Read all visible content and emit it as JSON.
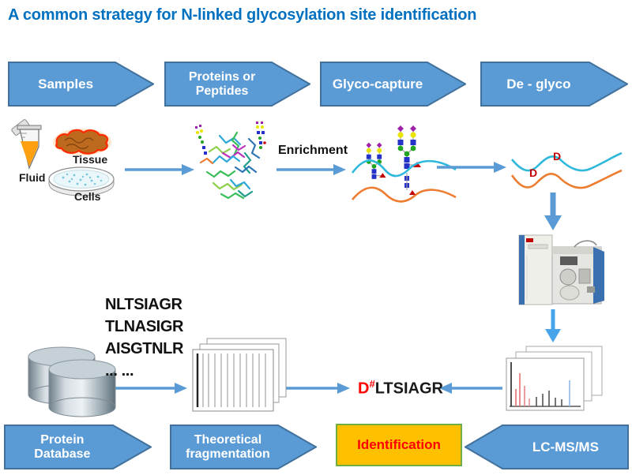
{
  "title": "A common strategy for N-linked glycosylation site identification",
  "colors": {
    "title": "#0070C0",
    "arrow_fill": "#5B9BD5",
    "arrow_border": "#41719C",
    "connector_blue": "#5B9BD5",
    "identification_fill": "#FFC000",
    "identification_border": "#70AD47",
    "identification_text": "#FF0000",
    "deglyco_d": "#C00000",
    "wave_cyan": "#2EB8DC",
    "wave_orange": "#ED7D31"
  },
  "flow_top": [
    {
      "label": "Samples"
    },
    {
      "label": "Proteins or Peptides"
    },
    {
      "label": "Glyco-capture"
    },
    {
      "label": "De - glyco"
    }
  ],
  "samples": {
    "fluid": "Fluid",
    "tissue": "Tissue",
    "cells": "Cells"
  },
  "enrichment": "Enrichment",
  "deglyco": {
    "d_top": "D",
    "d_bottom": "D"
  },
  "peptides": [
    "NLTSIAGR",
    "TLNASIGR",
    "AISGTNLR",
    "... ..."
  ],
  "identified": {
    "d": "D",
    "hash": "#",
    "rest": "LTSIAGR"
  },
  "flow_bottom": {
    "protein_database": "Protein Database",
    "theoretical": "Theoretical fragmentation",
    "identification": "Identification",
    "lc_msms": "LC-MS/MS"
  }
}
